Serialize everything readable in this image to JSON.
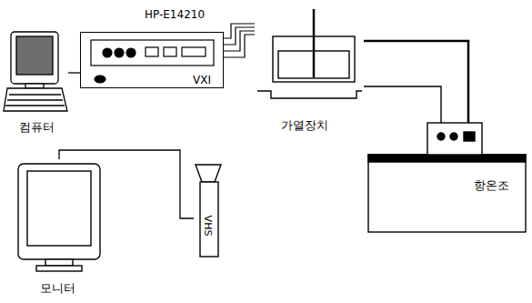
{
  "diagram": {
    "nodes": [
      {
        "text": [
          "컴퓨터"
        ]
      },
      {
        "text": [
          "HP-E14210",
          "VXI"
        ]
      },
      {
        "text": [
          "가열장치"
        ]
      },
      {
        "text": [
          "항온조"
        ]
      },
      {
        "text": [
          "모니터"
        ]
      },
      {
        "text": [
          "VHS"
        ]
      }
    ],
    "edges": [
      {
        "from": 0,
        "to": 1,
        "arrow": "none"
      },
      {
        "from": 1,
        "to": 2,
        "arrow": "none"
      },
      {
        "from": 1,
        "to": 2,
        "arrow": "none"
      },
      {
        "from": 1,
        "to": 2,
        "arrow": "none"
      },
      {
        "from": 1,
        "to": 2,
        "arrow": "none"
      },
      {
        "from": 2,
        "to": 3,
        "arrow": "none"
      },
      {
        "from": 2,
        "to": 3,
        "arrow": "none"
      },
      {
        "from": 4,
        "to": 5,
        "arrow": "none"
      }
    ]
  }
}
